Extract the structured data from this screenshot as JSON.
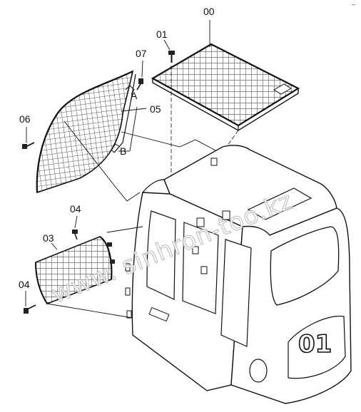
{
  "callouts": {
    "c00": "00",
    "c01": "01",
    "c07": "07",
    "c05": "05",
    "c06": "06",
    "c04_top": "04",
    "c03": "03",
    "c04_bottom": "04",
    "a_label": "A",
    "b_label": "B"
  },
  "corner_mark": "–",
  "watermark": {
    "text_main": "sinhron-too.kz",
    "text_prefix": "www."
  },
  "cab_badge": "01",
  "colors": {
    "line": "#1a1a1a",
    "mesh": "#2a2a2a",
    "watermark_outline": "#b9b9b9"
  },
  "icons": {
    "bolt": "bolt-icon",
    "screw": "screw-icon"
  }
}
